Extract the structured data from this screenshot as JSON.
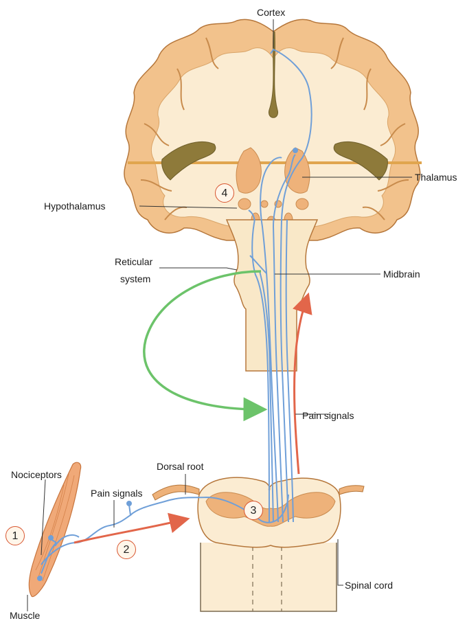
{
  "labels": {
    "cortex": "Cortex",
    "thalamus": "Thalamus",
    "hypothalamus": "Hypothalamus",
    "reticular_line1": "Reticular",
    "reticular_line2": "system",
    "midbrain": "Midbrain",
    "pain_signals_ascending": "Pain signals",
    "pain_signals_peripheral": "Pain signals",
    "nociceptors": "Nociceptors",
    "dorsal_root": "Dorsal root",
    "spinal_cord": "Spinal cord",
    "muscle": "Muscle"
  },
  "steps": [
    "1",
    "2",
    "3",
    "4"
  ],
  "colors": {
    "brain_outer": "#f2c28c",
    "brain_inner": "#fbecd2",
    "ventricle": "#8e7a3a",
    "nerve": "#6f9fd8",
    "signal_arrow": "#e2664a",
    "reticular_arrow": "#6cc36a",
    "muscle": "#f0a978"
  }
}
